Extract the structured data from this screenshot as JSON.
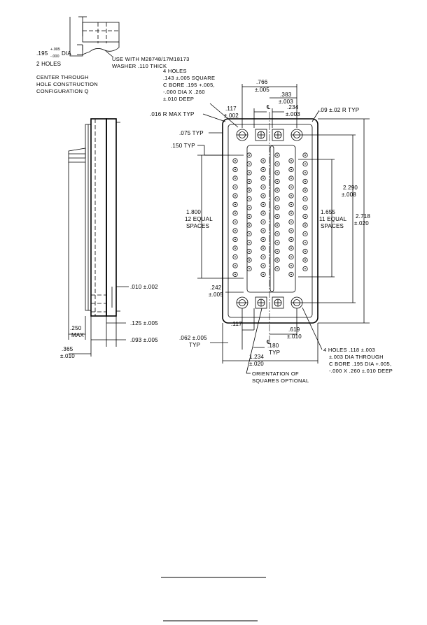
{
  "detail": {
    "dia_value": ".195",
    "tol_plus": "+.005",
    "tol_minus": "-.000",
    "dia_suffix": "DIA",
    "holes": "2 HOLES",
    "note_line1": "USE WITH M28748/17M18173",
    "note_line2": "WASHER .110 THICK",
    "center_line1": "CENTER THROUGH",
    "center_line2": "HOLE CONSTRUCTION",
    "center_line3": "CONFIGURATION Q"
  },
  "callout_top": {
    "line1": "4 HOLES",
    "line2": ".143 ±.005 SQUARE",
    "line3": "C BORE .195 +.005,",
    "line4": "-.000 DIA X .260",
    "line5": "±.010 DEEP"
  },
  "callout_bottom": {
    "line1": "4 HOLES .118 ±.003",
    "line2": "±.003 DIA THROUGH",
    "line3": "C BORE .195 DIA +.005,",
    "line4": "-.000 X .260 ±.010 DEEP"
  },
  "dims": {
    "d766": ".766",
    "d766_tol": "±.005",
    "d383": ".383",
    "d383_tol": "±.003",
    "d117": ".117",
    "d117_tol": "±.002",
    "d234": ".234",
    "d234_tol": "±.003",
    "d016": ".016 R MAX TYP",
    "d09": ".09 ±.02 R TYP",
    "d075": ".075 TYP",
    "d150": ".150 TYP",
    "d1800": "1.800",
    "d1800_l2": "12 EQUAL",
    "d1800_l3": "SPACES",
    "d1655": "1.655",
    "d1655_l2": "11 EQUAL",
    "d1655_l3": "SPACES",
    "d2290": "2.290",
    "d2290_tol": "±.008",
    "d2718": "2.718",
    "d2718_tol": "±.020",
    "d242": ".242",
    "d242_tol": "±.005",
    "d117b": ".117",
    "d619": ".619",
    "d619_tol": "±.010",
    "d180": ".180",
    "d180_typ": "TYP",
    "d1234": "1.234",
    "d1234_tol": "±.020",
    "d062": ".062 ±.005",
    "d062_typ": "TYP",
    "d010": ".010 ±.002",
    "d250": ".250",
    "d250_max": "MAX",
    "d125": ".125 ±.005",
    "d093": ".093 ±.005",
    "d365": ".365",
    "d365_tol": "±.010",
    "cl": "℄"
  },
  "orientation": {
    "line1": "ORIENTATION OF",
    "line2": "SQUARES OPTIONAL"
  }
}
